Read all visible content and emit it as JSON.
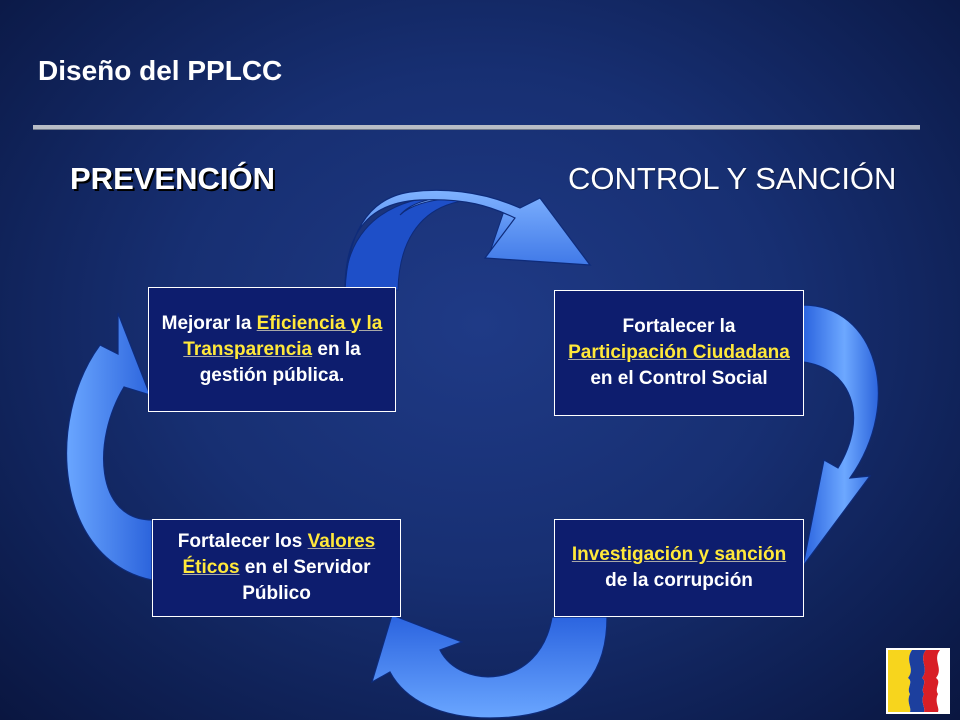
{
  "slide": {
    "title": "Diseño del PPLCC",
    "headings": {
      "left": "PREVENCIÓN",
      "right": "CONTROL Y  SANCIÓN"
    }
  },
  "boxes": {
    "top_left": {
      "pre": "Mejorar la ",
      "highlight": "Eficiencia y la Transparencia",
      "post": " en la gestión pública."
    },
    "top_right": {
      "pre": "Fortalecer la ",
      "highlight": "Participación Ciudadana",
      "post": " en el Control Social"
    },
    "bottom_right": {
      "pre": "",
      "highlight": "Investigación y sanción",
      "post": " de la corrupción"
    },
    "bottom_left": {
      "pre": "Fortalecer los ",
      "highlight": "Valores Éticos",
      "post": " en el Servidor Público"
    }
  },
  "colors": {
    "background": "#172f72",
    "box_fill": "#0d1d6e",
    "highlight_text": "#ffe83a",
    "arrow_light": "#5b9cff",
    "arrow_dark": "#1547c8"
  },
  "icons": {
    "arrows": "curved-cycle-arrow-icon",
    "logo": "profiles-flag-logo"
  }
}
